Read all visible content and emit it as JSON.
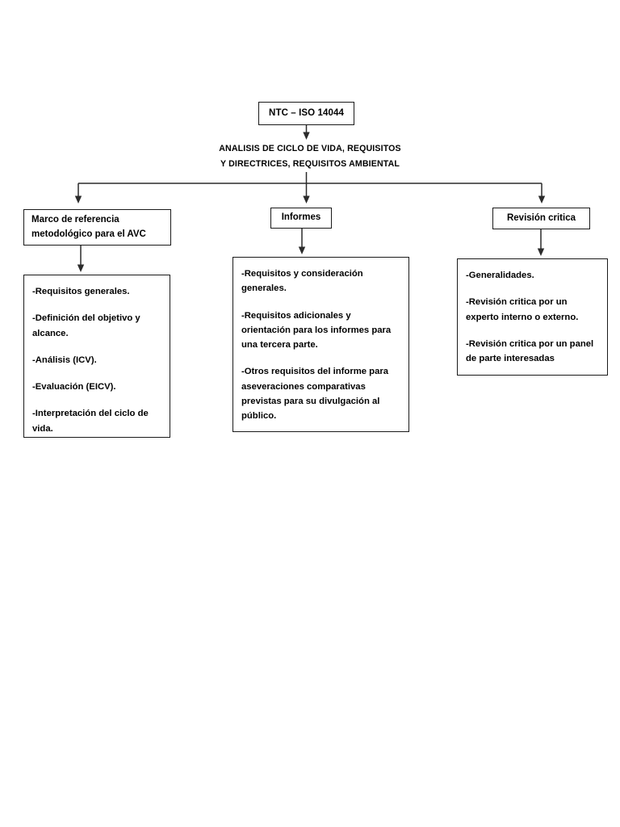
{
  "diagram": {
    "root": {
      "label": "NTC – ISO 14044"
    },
    "subtitle": {
      "line1": "ANALISIS DE CICLO DE VIDA, REQUISITOS",
      "line2": "Y DIRECTRICES, REQUISITOS AMBIENTAL"
    },
    "branches": [
      {
        "id": "marco",
        "head": "Marco de referencia metodológico para el AVC",
        "details": [
          "-Requisitos generales.",
          "-Definición del objetivo y alcance.",
          "-Análisis (ICV).",
          "-Evaluación (EICV).",
          "-Interpretación del ciclo de vida."
        ]
      },
      {
        "id": "informes",
        "head": "Informes",
        "details": [
          "-Requisitos y consideración generales.",
          "-Requisitos adicionales y orientación para los informes para una tercera parte.",
          "-Otros requisitos del informe para aseveraciones comparativas previstas para su divulgación al público."
        ]
      },
      {
        "id": "revision",
        "head": "Revisión critica",
        "details": [
          "-Generalidades.",
          "-Revisión critica por un experto interno o externo.",
          "-Revisión critica por un panel de parte interesadas"
        ]
      }
    ],
    "colors": {
      "background": "#ffffff",
      "border": "#1a1a1a",
      "connector": "#2b2b2b",
      "text": "#000000"
    }
  }
}
